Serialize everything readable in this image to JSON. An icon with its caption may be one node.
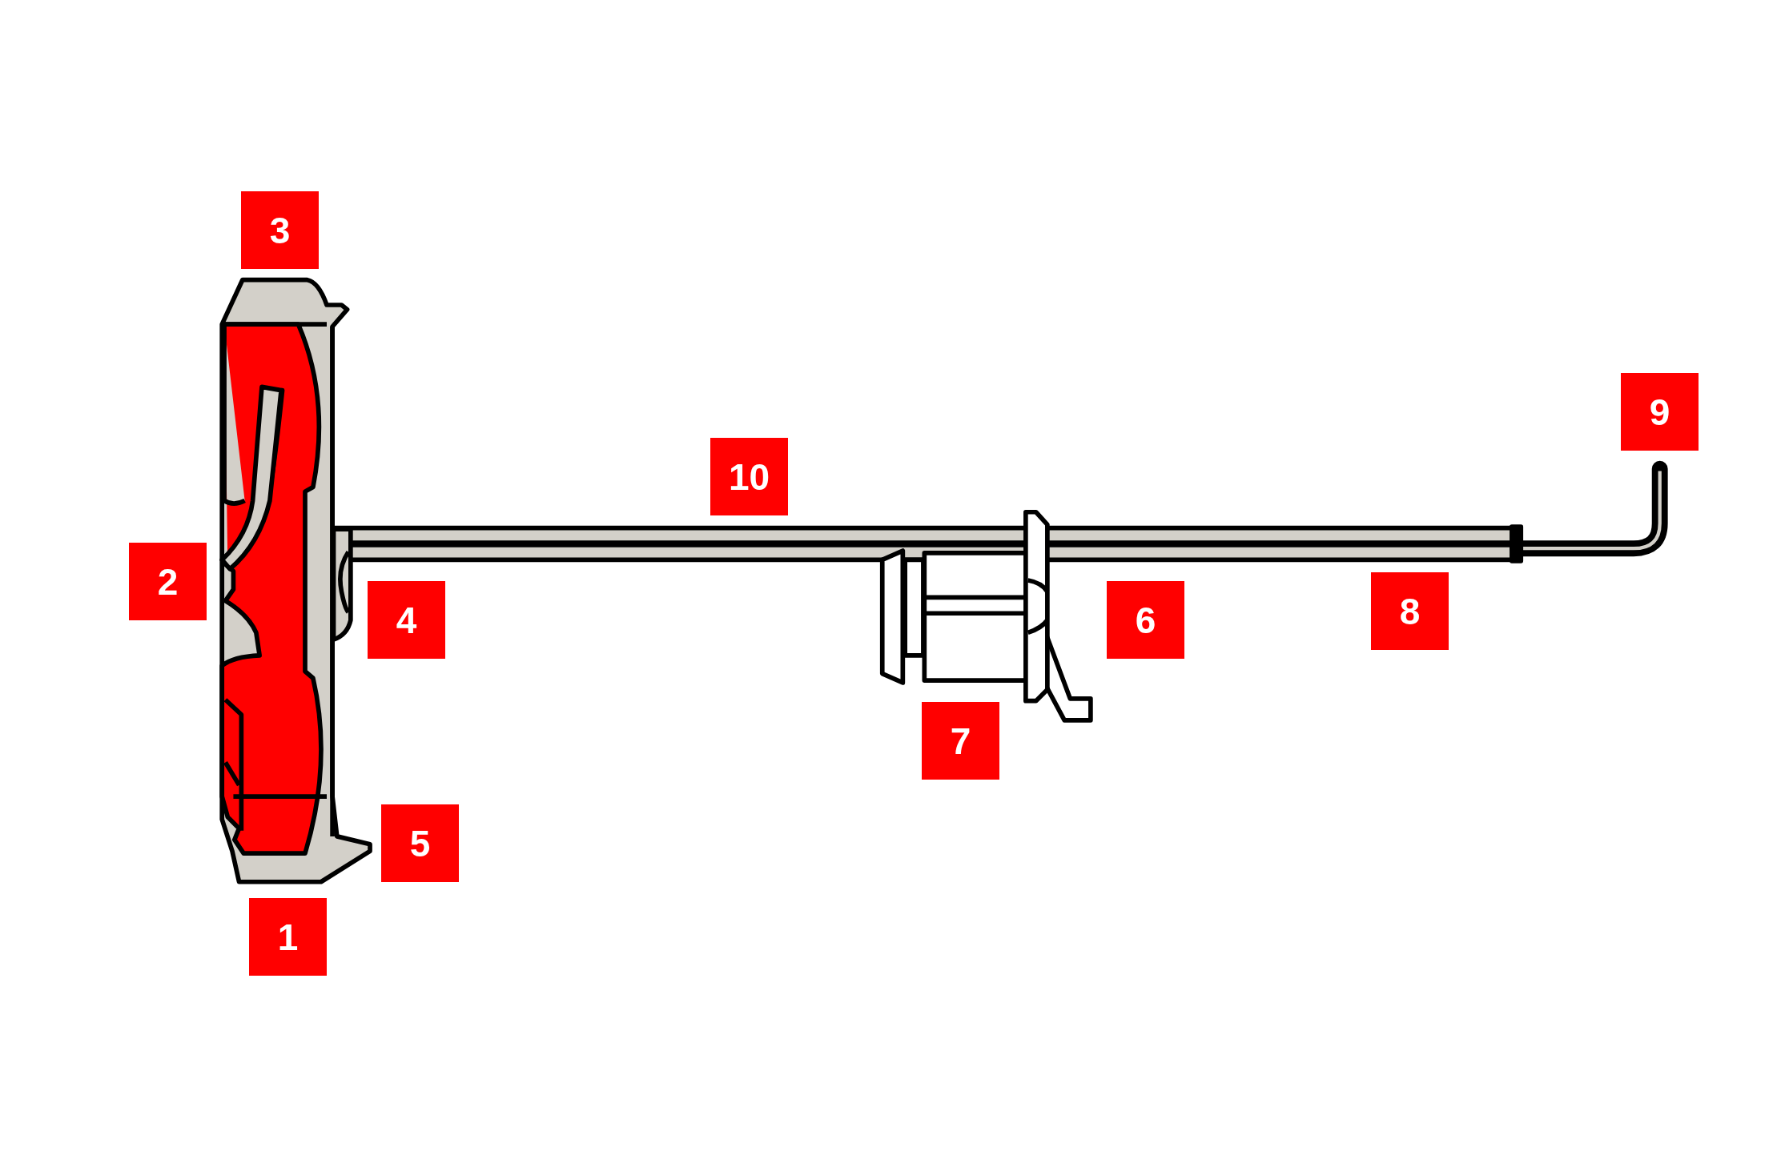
{
  "diagram": {
    "labels": [
      "3",
      "9",
      "10",
      "2",
      "8",
      "4",
      "6",
      "7",
      "5",
      "1"
    ]
  }
}
